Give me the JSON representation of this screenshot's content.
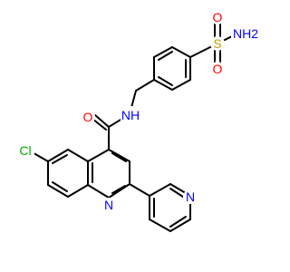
{
  "colors": {
    "bond": "#000000",
    "O": "#ff0000",
    "N": "#0000ff",
    "S": "#c8a000",
    "Cl": "#00b000"
  },
  "labels": {
    "sulfonyl_o_top": "O",
    "sulfonyl_o_bottom": "O",
    "sulfonyl_s": "S",
    "sulfonamide_nh2": "NH2",
    "amide_o": "O",
    "amide_nh": "NH",
    "chloro": "Cl",
    "quinoline_n": "N",
    "pyridine_n": "N"
  }
}
